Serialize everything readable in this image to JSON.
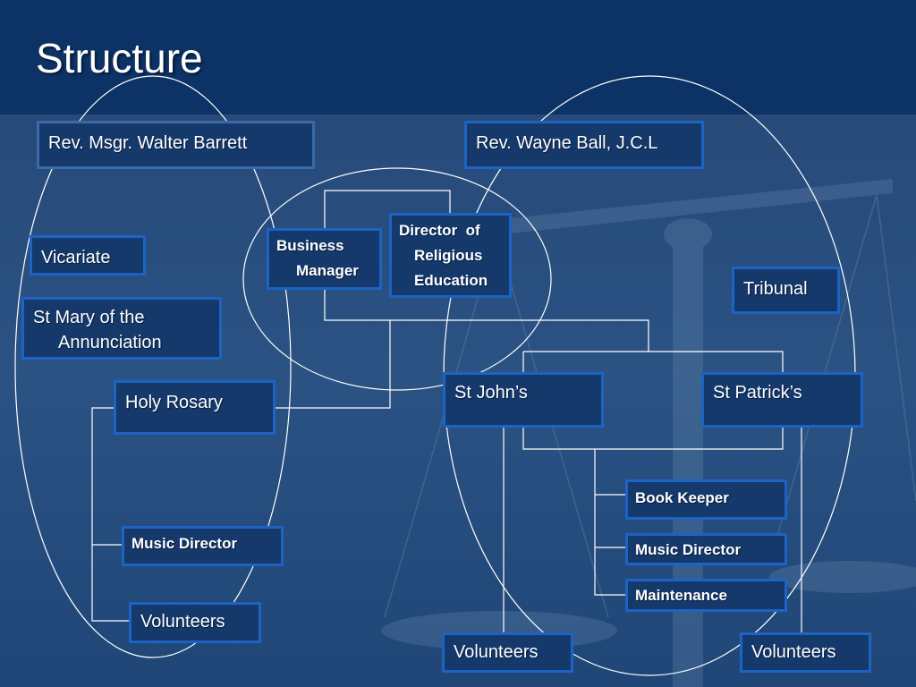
{
  "title": "Structure",
  "nodes": {
    "rev_barrett": "Rev. Msgr. Walter Barrett",
    "rev_ball": "Rev. Wayne Ball, J.C.L",
    "vicariate": "Vicariate",
    "st_mary_line1": "St Mary of the",
    "st_mary_line2": "Annunciation",
    "business_line1": "Business",
    "business_line2": "Manager",
    "dre_line1": "Director  of",
    "dre_line2": "Religious",
    "dre_line3": "Education",
    "tribunal": "Tribunal",
    "holy_rosary": "Holy Rosary",
    "st_johns": "St John’s",
    "st_patricks": "St Patrick’s",
    "book_keeper": "Book Keeper",
    "music_director_left": "Music Director",
    "music_director_right": "Music Director",
    "maintenance": "Maintenance",
    "volunteers_left": "Volunteers",
    "volunteers_mid": "Volunteers",
    "volunteers_right": "Volunteers"
  },
  "colors": {
    "background": "#1c3d6b",
    "title_band": "#0d3265",
    "box_fill": "#15396b",
    "box_border": "#1d63c4",
    "connector": "#ffffff"
  }
}
